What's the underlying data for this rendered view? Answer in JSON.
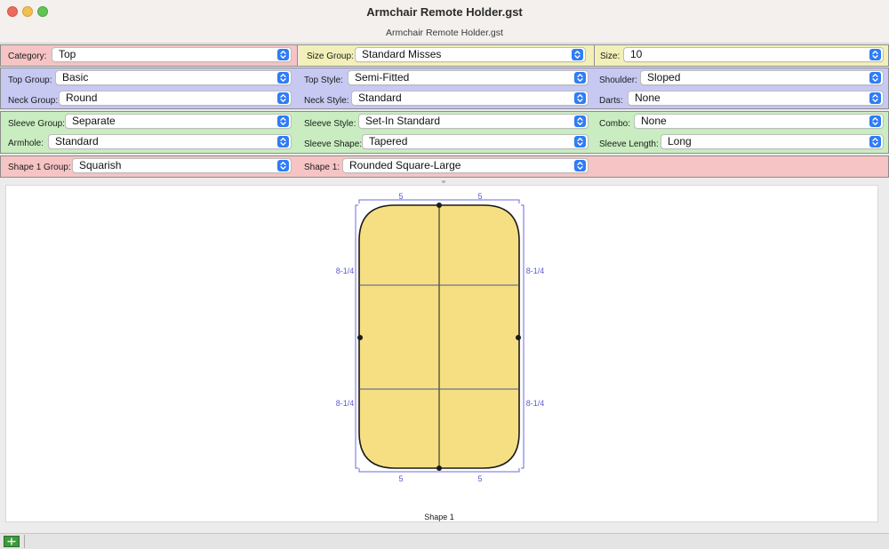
{
  "window": {
    "title": "Armchair Remote Holder.gst",
    "document_title": "Armchair Remote Holder.gst"
  },
  "category_row": {
    "category_label": "Category:",
    "category_value": "Top",
    "size_group_label": "Size Group:",
    "size_group_value": "Standard Misses",
    "size_label": "Size:",
    "size_value": "10",
    "colors": {
      "category": "#f6c4c4",
      "size_group": "#f2f0b8",
      "size": "#f2f0b8"
    }
  },
  "top_row": {
    "top_group_label": "Top Group:",
    "top_group_value": "Basic",
    "top_style_label": "Top Style:",
    "top_style_value": "Semi-Fitted",
    "shoulder_label": "Shoulder:",
    "shoulder_value": "Sloped",
    "neck_group_label": "Neck Group:",
    "neck_group_value": "Round",
    "neck_style_label": "Neck Style:",
    "neck_style_value": "Standard",
    "darts_label": "Darts:",
    "darts_value": "None"
  },
  "sleeve_row": {
    "sleeve_group_label": "Sleeve Group:",
    "sleeve_group_value": "Separate",
    "sleeve_style_label": "Sleeve Style:",
    "sleeve_style_value": "Set-In Standard",
    "combo_label": "Combo:",
    "combo_value": "None",
    "armhole_label": "Armhole:",
    "armhole_value": "Standard",
    "sleeve_shape_label": "Sleeve Shape:",
    "sleeve_shape_value": "Tapered",
    "sleeve_length_label": "Sleeve Length:",
    "sleeve_length_value": "Long"
  },
  "shape_row": {
    "shape_group_label": "Shape 1 Group:",
    "shape_group_value": "Squarish",
    "shape_label": "Shape 1:",
    "shape_value": "Rounded Square-Large"
  },
  "pattern": {
    "shape_caption": "Shape 1",
    "top_dim_left": "5",
    "top_dim_right": "5",
    "bottom_dim_left": "5",
    "bottom_dim_right": "5",
    "left_dim_upper": "8-1/4",
    "left_dim_lower": "8-1/4",
    "right_dim_upper": "8-1/4",
    "right_dim_lower": "8-1/4",
    "fill_color": "#f6df83",
    "dimension_color": "#5b5bd6"
  },
  "icons": {
    "dropdown": "chevron-updown-icon",
    "add": "plus-icon"
  }
}
